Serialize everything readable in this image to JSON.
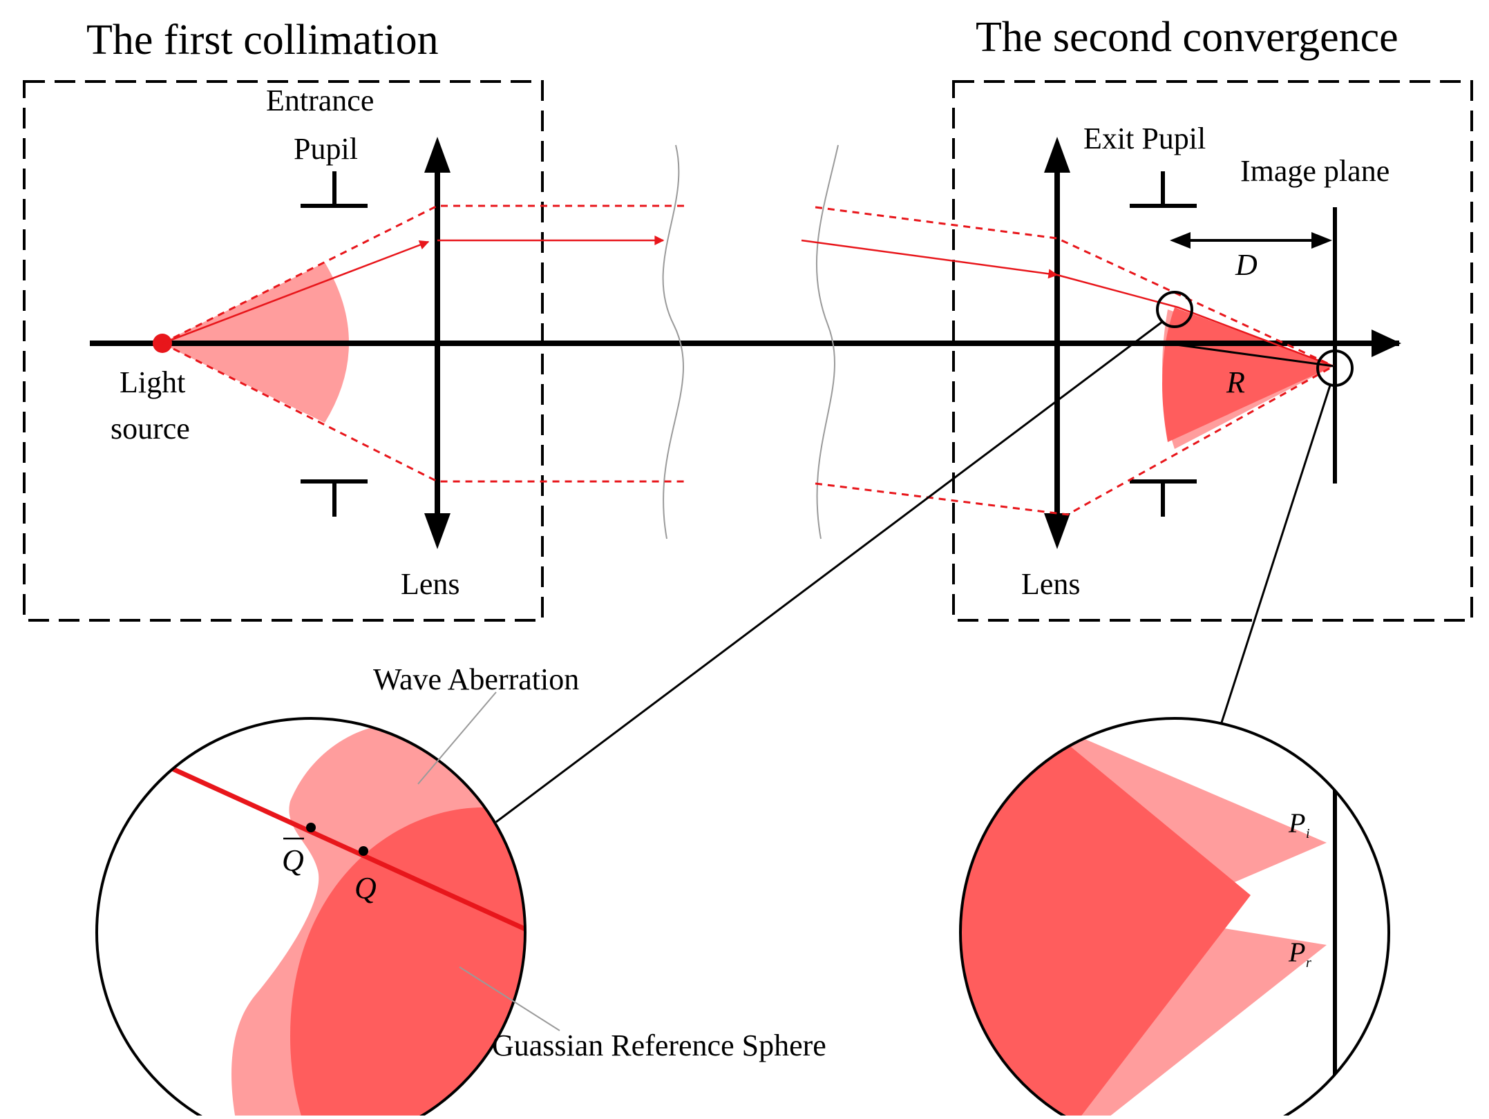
{
  "titles": {
    "left": "The first collimation",
    "right": "The second convergence"
  },
  "labels": {
    "entrance_pupil_line1": "Entrance",
    "entrance_pupil_line2": "Pupil",
    "light_source_line1": "Light",
    "light_source_line2": "source",
    "lens_left": "Lens",
    "lens_right": "Lens",
    "exit_pupil": "Exit Pupil",
    "image_plane": "Image plane",
    "distance": "D",
    "radius": "R",
    "wave_aberration": "Wave Aberration",
    "gaussian_sphere": "Guassian Reference Sphere",
    "q_bar": "Q",
    "q": "Q",
    "p_i": "P",
    "p_i_sub": "i",
    "p_r": "P",
    "p_r_sub": "r"
  },
  "colors": {
    "ray_red": "#e8161b",
    "light_fill": "#ff9d9d",
    "dark_fill": "#ff5d5d",
    "line": "#000000",
    "curve_gray": "#9a9a9a"
  }
}
